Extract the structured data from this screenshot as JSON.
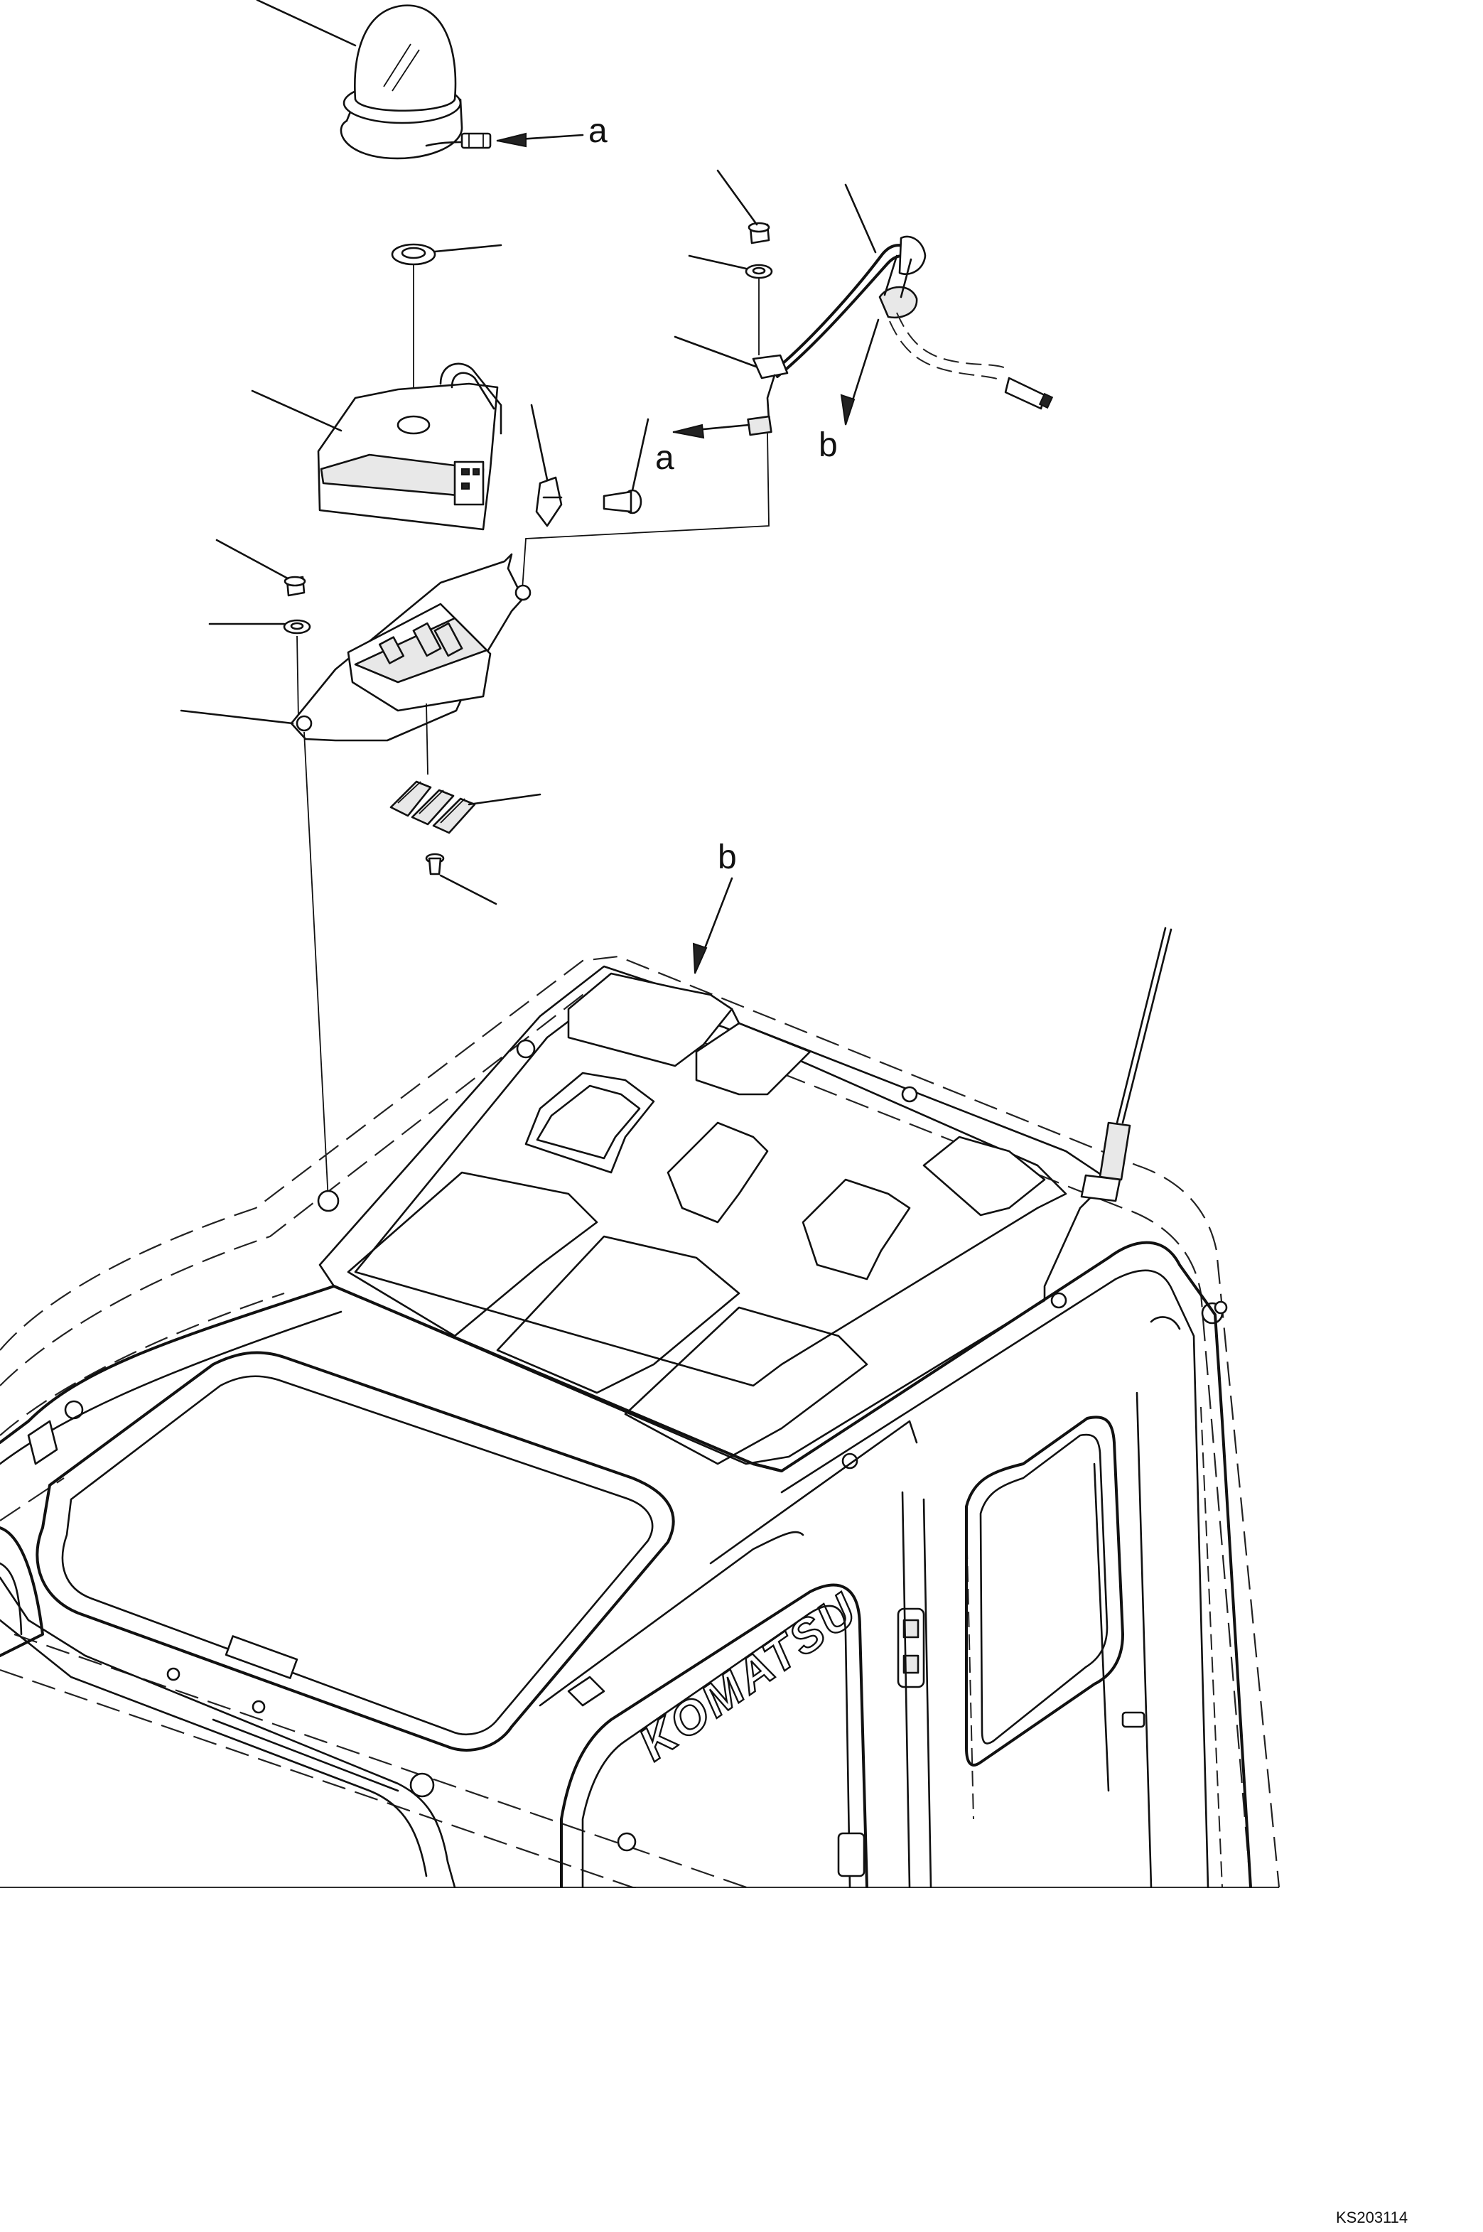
{
  "diagram": {
    "callouts": [
      "a",
      "a",
      "b",
      "b"
    ],
    "brand_logo": "KOMATSU",
    "drawing_code": "KS203114"
  }
}
